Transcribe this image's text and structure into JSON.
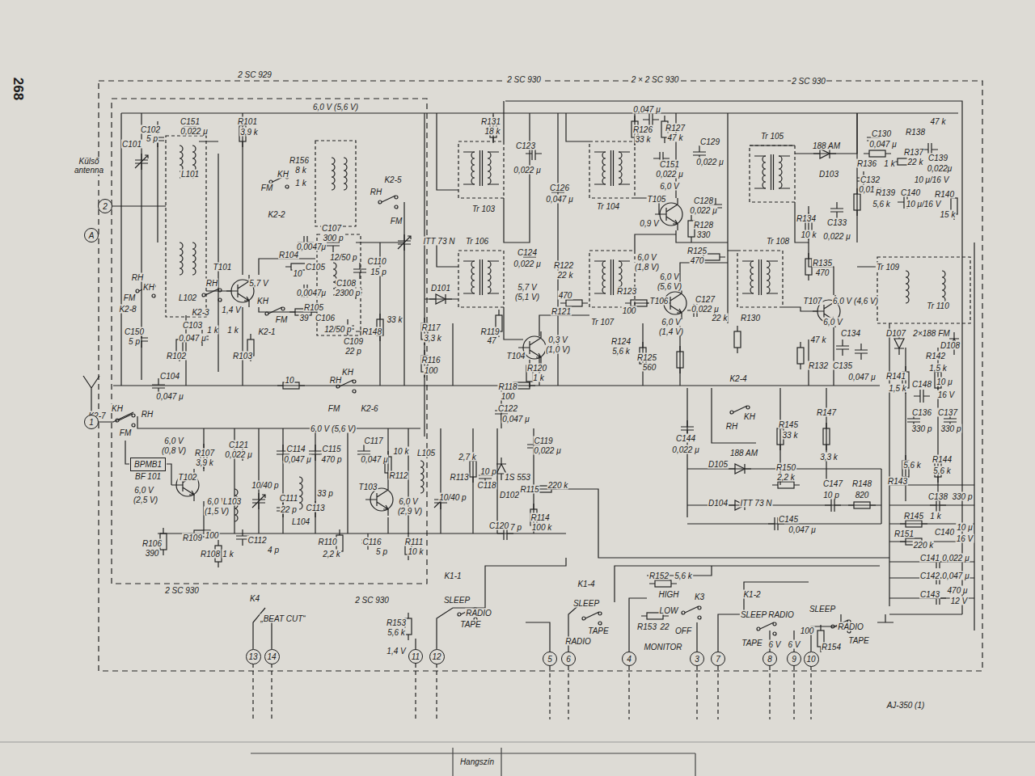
{
  "diagram": {
    "nodes": [
      {
        "text": [
          "2"
        ]
      },
      {
        "text": [
          "A"
        ]
      },
      {
        "text": [
          "1"
        ]
      },
      {
        "text": [
          "BPMB1",
          "BF 101"
        ]
      },
      {
        "text": [
          "13"
        ]
      },
      {
        "text": [
          "14"
        ]
      },
      {
        "text": [
          "11"
        ]
      },
      {
        "text": [
          "12"
        ]
      },
      {
        "text": [
          "5"
        ]
      },
      {
        "text": [
          "6"
        ]
      },
      {
        "text": [
          "4"
        ]
      },
      {
        "text": [
          "3"
        ]
      },
      {
        "text": [
          "7"
        ]
      },
      {
        "text": [
          "8"
        ]
      },
      {
        "text": [
          "9"
        ]
      },
      {
        "text": [
          "10"
        ]
      }
    ],
    "labels": [
      "268",
      "2 SC 929",
      "2 SC 930",
      "2 × 2 SC 930",
      "2 SC 930",
      "6,0 V (5,6 V)",
      "C101",
      "C102",
      "5 p",
      "C151",
      "0,022 μ",
      "R101",
      "3,9 k",
      "Külső antenna",
      "L101",
      "L102",
      "RH",
      "KH",
      "FM",
      "K2-8",
      "C150",
      "5 p",
      "C103",
      "0,047 μ",
      "R102",
      "1 k",
      "R103",
      "1 k",
      "T101",
      "5,7 V",
      "1,4 V",
      "RH",
      "K2-3",
      "C104",
      "0,047 μ",
      "10",
      "KH",
      "K2-7",
      "RH",
      "FM",
      "R156",
      "8 k",
      "1 k",
      "KH",
      "FM",
      "K2-2",
      "K2-5",
      "RH",
      "FM",
      "C107",
      "300 p",
      "ITT 73 N",
      "R104",
      "10",
      "C105",
      "0,0047μ",
      "0,0047μ",
      "12/50 p",
      "C110",
      "15 p",
      "C108",
      "2300 p",
      "KH",
      "FM",
      "K2-1",
      "R105",
      "39",
      "C106",
      "12/50 p",
      "R148",
      "33 k",
      "C109",
      "22 p",
      "KH",
      "RH",
      "FM",
      "K2-6",
      "R131",
      "18 k",
      "C123",
      "0,022 μ",
      "Tr 103",
      "C126",
      "0,047 μ",
      "Tr 106",
      "C124",
      "0,022 μ",
      "D101",
      "5,7 V",
      "(5,1 V)",
      "R122",
      "22 k",
      "470",
      "R121",
      "R119",
      "47",
      "R117",
      "3,3 k",
      "R116",
      "100",
      "T104",
      "0,3 V",
      "(1,0 V)",
      "R120",
      "1 k",
      "R118",
      "100",
      "C122",
      "0,047 μ",
      "0,047 μ",
      "R126",
      "33 k",
      "R127",
      "47 k",
      "C151",
      "0,022 μ",
      "C129",
      "0,022 μ",
      "Tr 104",
      "6,0 V",
      "T105",
      "0,9 V",
      "C128",
      "0,022 μ",
      "R128",
      "330",
      "R125",
      "470",
      "6,0 V",
      "(1,8 V)",
      "6,0 V",
      "(5,6 V)",
      "Tr 107",
      "R123",
      "100",
      "T106",
      "C127",
      "0,022 μ",
      "6,0 V",
      "(1,4 V)",
      "R124",
      "5,6 k",
      "R125",
      "560",
      "C130",
      "0,047 μ",
      "R138",
      "47 k",
      "188 AM",
      "D103",
      "Tr 105",
      "R136",
      "1 k",
      "C132",
      "0,01 μ",
      "R137",
      "22 k",
      "C139",
      "0,022μ",
      "10 μ/16 V",
      "R139",
      "5,6 k",
      "C140",
      "10 μ/16 V",
      "R140",
      "15 k",
      "R134",
      "10 k",
      "C133",
      "0,022 μ",
      "Tr 108",
      "R130",
      "22 k",
      "R135",
      "470",
      "T107",
      "6,0 V (4,6 V)",
      "6,0 V",
      "R132",
      "47 k",
      "C134",
      "C135",
      "0,047 μ",
      "Tr 109",
      "Tr 110",
      "D107",
      "2×188 FM",
      "D108",
      "R141",
      "1,5 k",
      "R142",
      "1,5 k",
      "C148",
      "10 μ",
      "16 V",
      "C136",
      "330 p",
      "C137",
      "330 p",
      "R143",
      "5,6 k",
      "R144",
      "5,6 k",
      "C138",
      "330 p",
      "R145",
      "1 k",
      "R151",
      "220 k",
      "C140",
      "10 μ",
      "16 V",
      "C141",
      "0,022 μ",
      "C142",
      "0,047 μ",
      "C143",
      "470 μ",
      "12 V",
      "K2-4",
      "KH",
      "RH",
      "R145",
      "33 k",
      "R147",
      "3,3 k",
      "C144",
      "0,022 μ",
      "188 AM",
      "D105",
      "R150",
      "2,2 k",
      "C147",
      "10 p",
      "R148",
      "820",
      "D104",
      "ITT 73 N",
      "C145",
      "0,047 μ",
      "6,0 V",
      "(0,8 V)",
      "R107",
      "3,9 k",
      "C121",
      "0,022 μ",
      "T102",
      "6,0 V",
      "(2,5 V)",
      "6,0 V",
      "(1,5 V)",
      "R109",
      "100",
      "R106",
      "390",
      "R108",
      "1 k",
      "6,0 V (5,6 V)",
      "C114",
      "0,047 μ",
      "C115",
      "470 p",
      "L103",
      "10/40 p",
      "C111",
      "22 p",
      "L104",
      "C113",
      "33 p",
      "C112",
      "4 p",
      "R110",
      "2,2 k",
      "C117",
      "0,047 μ",
      "R112",
      "10 k",
      "T103",
      "6,0 V",
      "(2,9 V)",
      "C116",
      "5 p",
      "R111",
      "10 k",
      "L105",
      "10/40 p",
      "2,7 k",
      "R113",
      "10 p",
      "C118",
      "D102",
      "1S 553",
      "C119",
      "0,022 μ",
      "R115",
      "220 k",
      "R114",
      "100 k",
      "C120",
      "7 p",
      "2 SC 930",
      "2 SC 930",
      "K4",
      "„BEAT CUT“",
      "K1-1",
      "SLEEP",
      "RADIO",
      "TAPE",
      "R153",
      "5,6 k",
      "1,4 V",
      "K1-4",
      "SLEEP",
      "TAPE",
      "RADIO",
      "R152",
      "5,6 k",
      "HIGH",
      "K3",
      "LOW",
      "R153",
      "22",
      "OFF",
      "MONITOR",
      "K1-2",
      "SLEEP",
      "RADIO",
      "TAPE",
      "SLEEP",
      "RADIO",
      "TAPE",
      "6 V",
      "6 V",
      "100",
      "R154",
      "AJ-350 (1)",
      "Hangszín"
    ]
  }
}
